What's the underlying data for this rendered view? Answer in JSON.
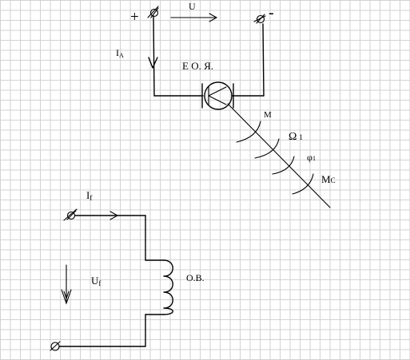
{
  "labels": {
    "plus": "+",
    "minus": "-",
    "u": "U",
    "ia_main": "I",
    "ia_sub": "A",
    "motor": "Е О. Я.",
    "m": "M",
    "omega_main": "Ω",
    "omega_sub": "1",
    "phi_main": "φ",
    "phi_sub": "1",
    "mc_main": "M",
    "mc_sub": "C",
    "if_main": "I",
    "if_sub": "f",
    "uf_main": "U",
    "uf_sub": "f",
    "ov": "О.В."
  }
}
